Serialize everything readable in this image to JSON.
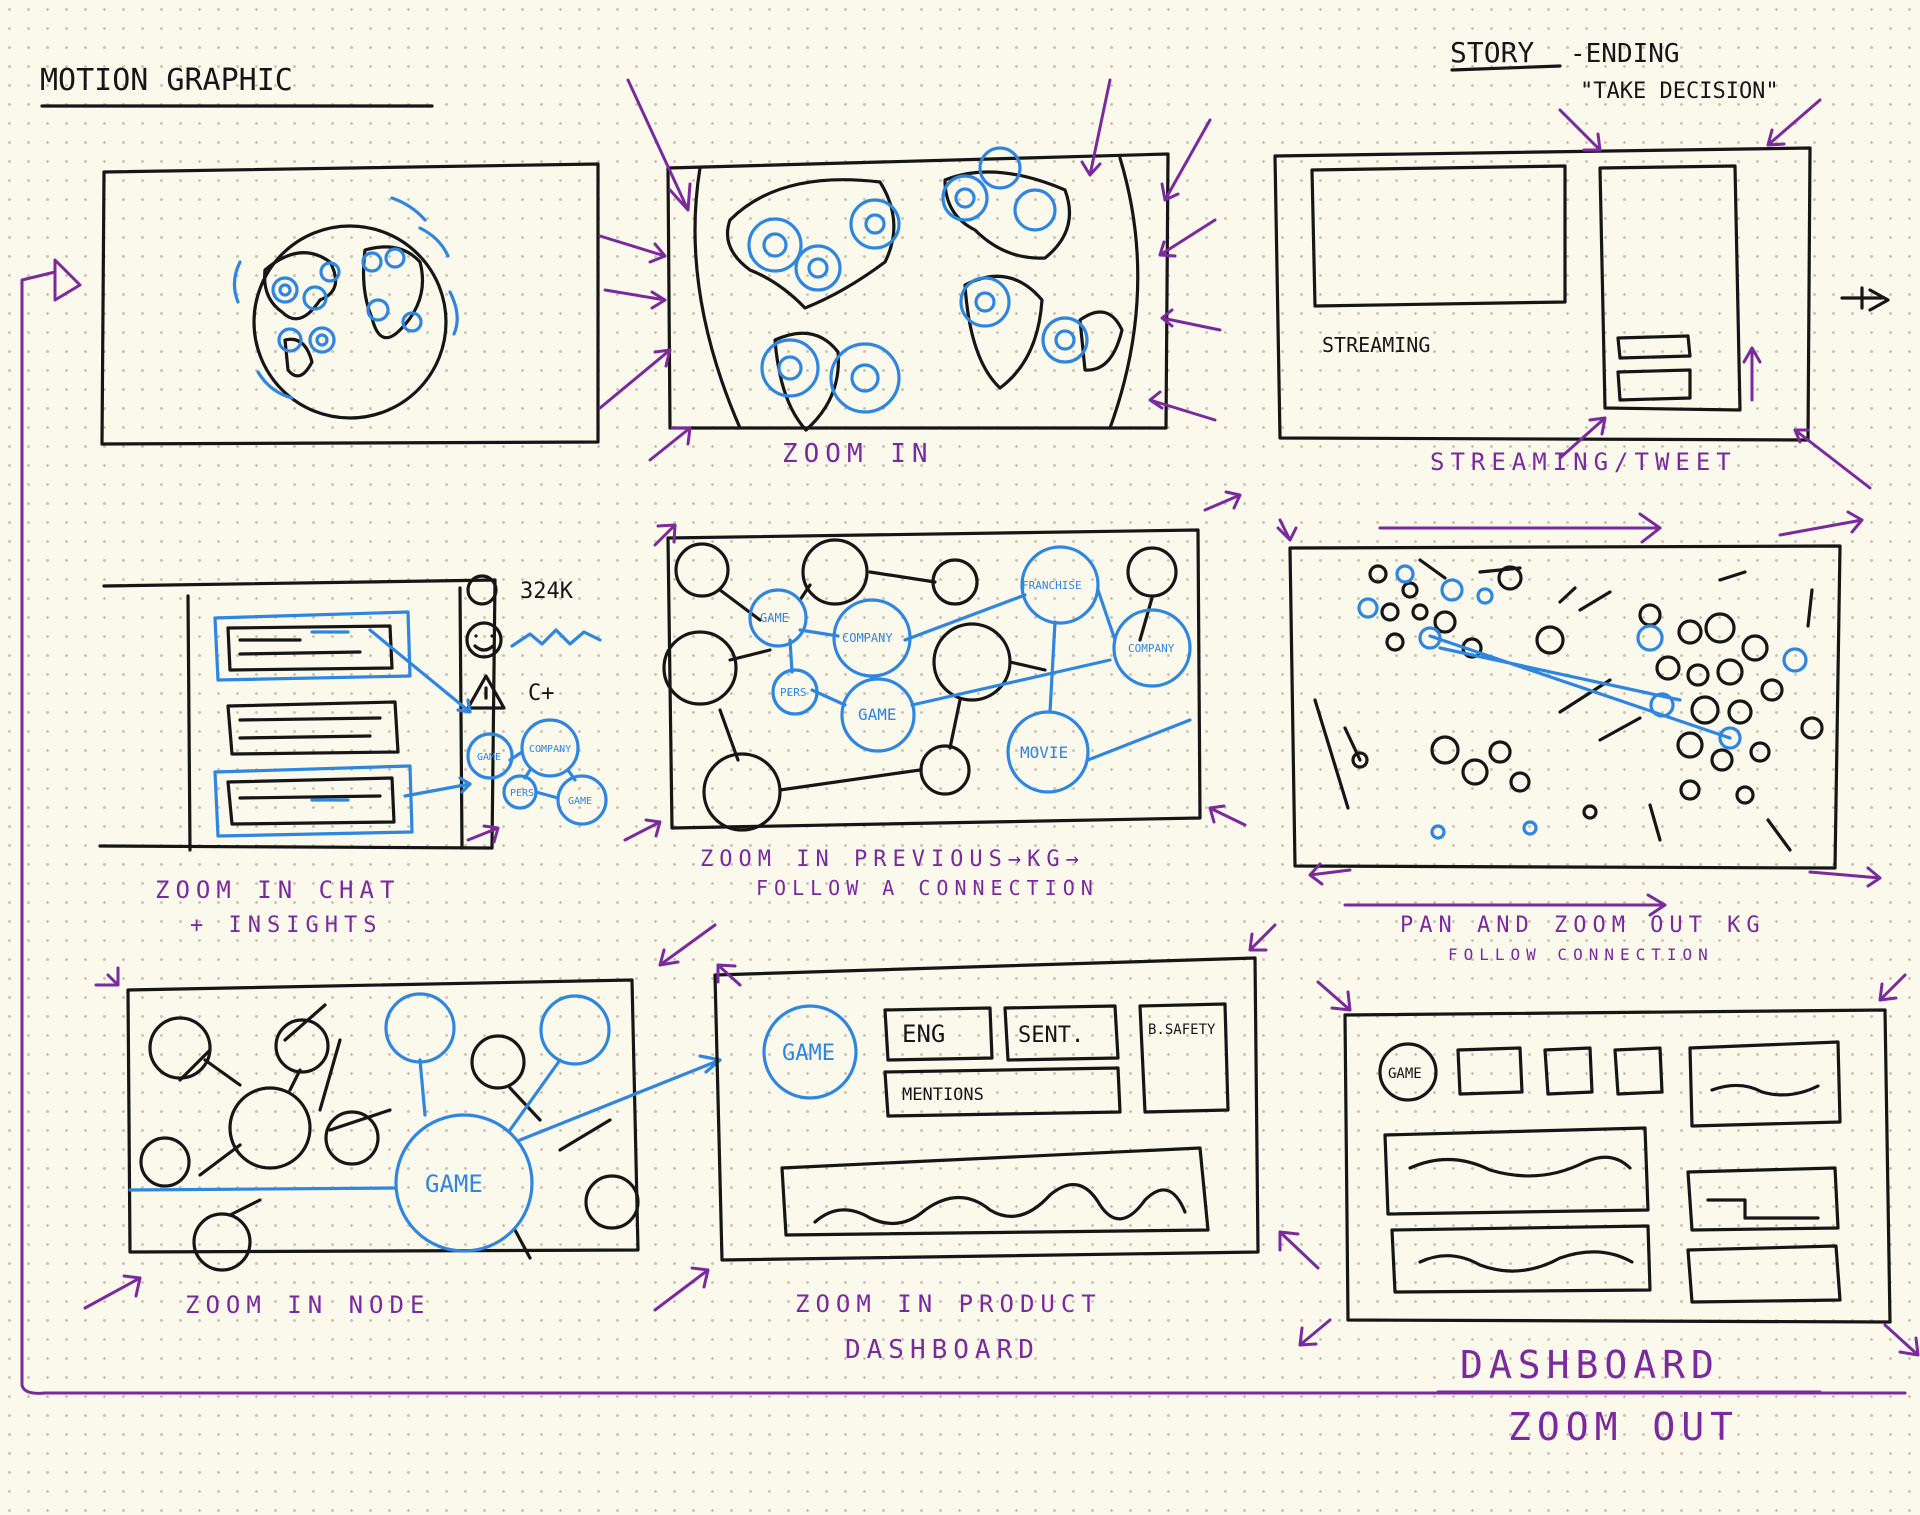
{
  "header": {
    "title": "MOTION GRAPHIC",
    "story_heading": "STORY",
    "story_line": "-ENDING",
    "story_quote": "\"TAKE DECISION\""
  },
  "panels": [
    {
      "id": "globe",
      "caption": ""
    },
    {
      "id": "zoom-in",
      "caption": "ZOOM IN"
    },
    {
      "id": "streaming",
      "caption": "STREAMING/TWEET",
      "inner_label": "STREAMING"
    },
    {
      "id": "chat",
      "caption_line1": "ZOOM IN CHAT",
      "caption_line2": "+ INSIGHTS",
      "stats": [
        "324K",
        "C+"
      ],
      "nodes": [
        "GAME",
        "COMPANY",
        "PERS",
        "GAME"
      ]
    },
    {
      "id": "kg-follow",
      "caption_line1": "ZOOM IN PREVIOUS→KG→",
      "caption_line2": "FOLLOW A CONNECTION",
      "nodes": [
        "GAME",
        "COMPANY",
        "PERS",
        "GAME",
        "FRANCHISE",
        "COMPANY",
        "MOVIE"
      ]
    },
    {
      "id": "pan-zoom",
      "caption_line1": "PAN AND ZOOM OUT KG",
      "caption_line2": "FOLLOW CONNECTION"
    },
    {
      "id": "node",
      "caption": "ZOOM IN NODE",
      "nodes": [
        "GAME"
      ]
    },
    {
      "id": "product",
      "caption_line1": "ZOOM IN PRODUCT",
      "caption_line2": "DASHBOARD",
      "node": "GAME",
      "cards": [
        "ENG",
        "SENT.",
        "B.SAFETY",
        "MENTIONS"
      ]
    },
    {
      "id": "dashboard",
      "caption_line1": "DASHBOARD",
      "caption_line2": "ZOOM OUT",
      "node": "GAME"
    }
  ],
  "colors": {
    "ink": "#161616",
    "blue": "#2f86df",
    "purple": "#7a2a9c",
    "paper": "#fbf8ec"
  }
}
